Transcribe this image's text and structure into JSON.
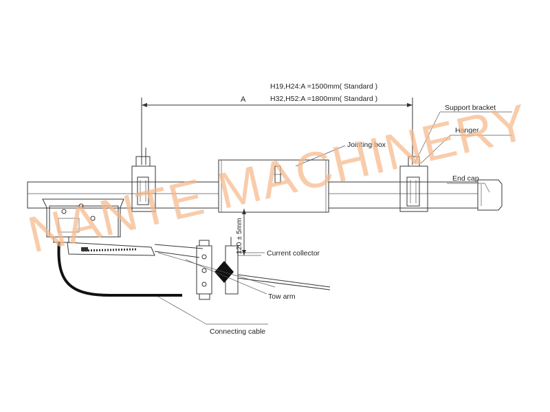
{
  "dimension": {
    "symbol": "A",
    "line1": "H19,H24:A =1500mm( Standard )",
    "line2": "H32,H52:A =1800mm( Standard )"
  },
  "labels": {
    "support_bracket": "Support bracket",
    "hanger": "Hanger",
    "jointing_box": "Jointing box",
    "end_cap": "End cap",
    "current_collector": "Current collector",
    "tow_arm": "Tow arm",
    "connecting_cable": "Connecting cable",
    "height": "120 ± 5mm"
  },
  "watermark": "NANTE MACHINERY"
}
